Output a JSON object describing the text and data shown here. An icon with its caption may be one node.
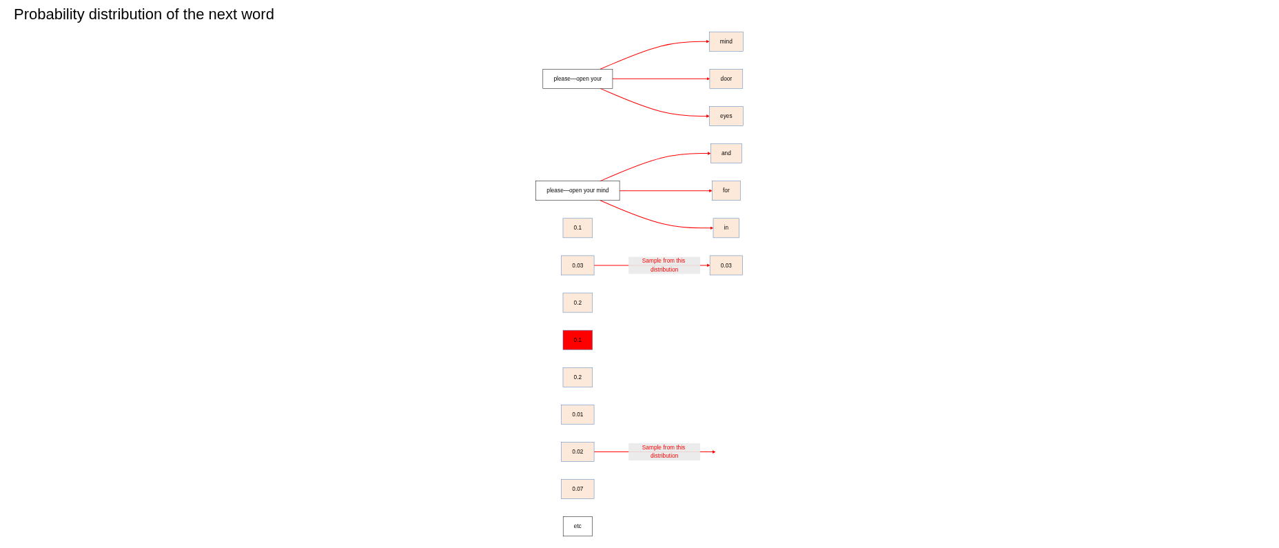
{
  "diagram": {
    "nodes": [
      {
        "text": [
          "please—open your"
        ]
      },
      {
        "text": [
          "please—open your mind"
        ]
      },
      {
        "text": [
          "mind"
        ]
      },
      {
        "text": [
          "door"
        ]
      },
      {
        "text": [
          "eyes"
        ]
      },
      {
        "text": [
          "0.1"
        ]
      },
      {
        "text": [
          "0.03"
        ]
      },
      {
        "text": [
          "0.2"
        ]
      },
      {
        "text": [
          "0.1"
        ]
      },
      {
        "text": [
          "0.03"
        ]
      },
      {
        "text": [
          "0.2"
        ]
      },
      {
        "text": [
          "and"
        ]
      },
      {
        "text": [
          "for"
        ]
      },
      {
        "text": [
          "in"
        ]
      },
      {
        "text": [
          "0.01"
        ]
      },
      {
        "text": [
          "0.02"
        ]
      },
      {
        "text": [
          "0.07"
        ]
      },
      {
        "text": [
          "etc"
        ]
      }
    ],
    "edges": [
      {
        "from": 0,
        "to": 2,
        "arrow": "to"
      },
      {
        "from": 0,
        "to": 3,
        "arrow": "to"
      },
      {
        "from": 0,
        "to": 4,
        "arrow": "to"
      },
      {
        "from": 6,
        "to": 9,
        "arrow": "to",
        "label": "Sample from this distribution"
      },
      {
        "from": 1,
        "to": 11,
        "arrow": "to"
      },
      {
        "from": 1,
        "to": 12,
        "arrow": "to"
      },
      {
        "from": 1,
        "to": 13,
        "arrow": "to"
      },
      {
        "from": 15,
        "to": null,
        "arrow": "to",
        "label": "Sample from this distribution"
      }
    ],
    "labels": [
      "Probability distribution of the next word"
    ]
  }
}
